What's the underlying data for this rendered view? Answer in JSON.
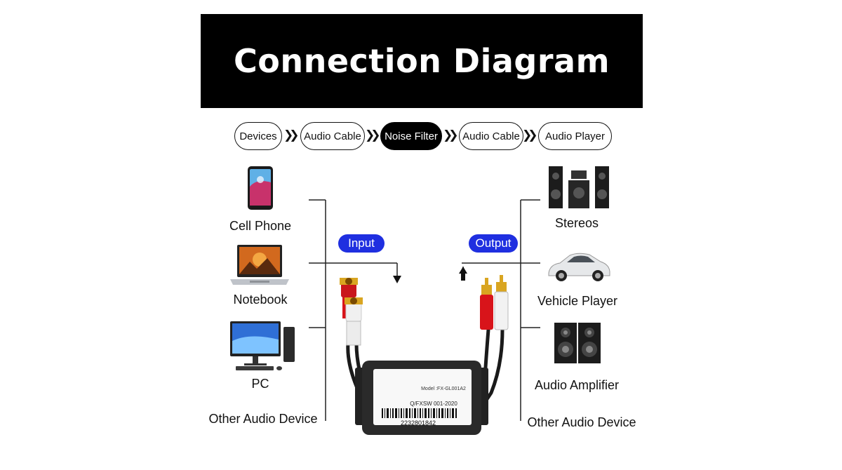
{
  "title": "Connection Diagram",
  "flow": [
    {
      "label": "Devices",
      "active": false
    },
    {
      "label": "Audio Cable",
      "active": false
    },
    {
      "label": "Noise Filter",
      "active": true
    },
    {
      "label": "Audio Cable",
      "active": false
    },
    {
      "label": "Audio Player",
      "active": false
    }
  ],
  "badges": {
    "input": "Input",
    "output": "Output"
  },
  "sources": [
    "Cell Phone",
    "Notebook",
    "PC",
    "Other Audio Device"
  ],
  "players": [
    "Stereos",
    "Vehicle Player",
    "Audio Amplifier",
    "Other Audio Device"
  ],
  "filter_label": {
    "model": "Model :FX-GL001A2",
    "standard": "Q/FXSW 001-2020",
    "serial": "2232801842"
  },
  "colors": {
    "badge": "#1f2fe0",
    "rca_red": "#d8141a",
    "rca_white": "#f2f2f2",
    "gold": "#d9a521"
  }
}
